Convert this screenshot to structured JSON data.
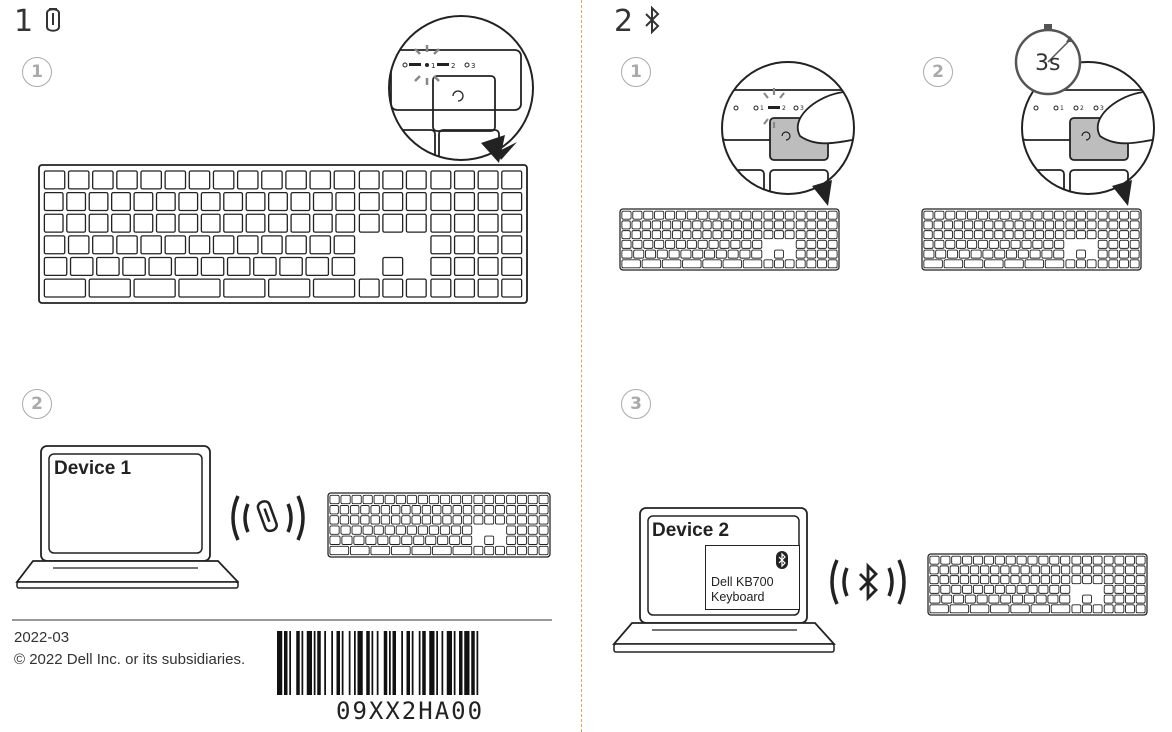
{
  "sections": {
    "left": {
      "number": "1",
      "steps": [
        "1",
        "2"
      ]
    },
    "right": {
      "number": "2",
      "steps": [
        "1",
        "2",
        "3"
      ]
    }
  },
  "keyboard_indicators": {
    "ch1": "1",
    "ch2": "2",
    "ch3": "3"
  },
  "timer": {
    "label": "3s"
  },
  "device1": {
    "label": "Device 1"
  },
  "device2": {
    "label": "Device 2",
    "popup_line1": "Dell KB700",
    "popup_line2": "Keyboard"
  },
  "footer": {
    "date": "2022-03",
    "copyright": "© 2022 Dell Inc. or its subsidiaries.",
    "barcode_text": "09XX2HA00"
  },
  "colors": {
    "divider": "#e8a060",
    "step_circle": "#aaaaaa",
    "line": "#222222",
    "key_highlight": "#bdbdbd"
  }
}
